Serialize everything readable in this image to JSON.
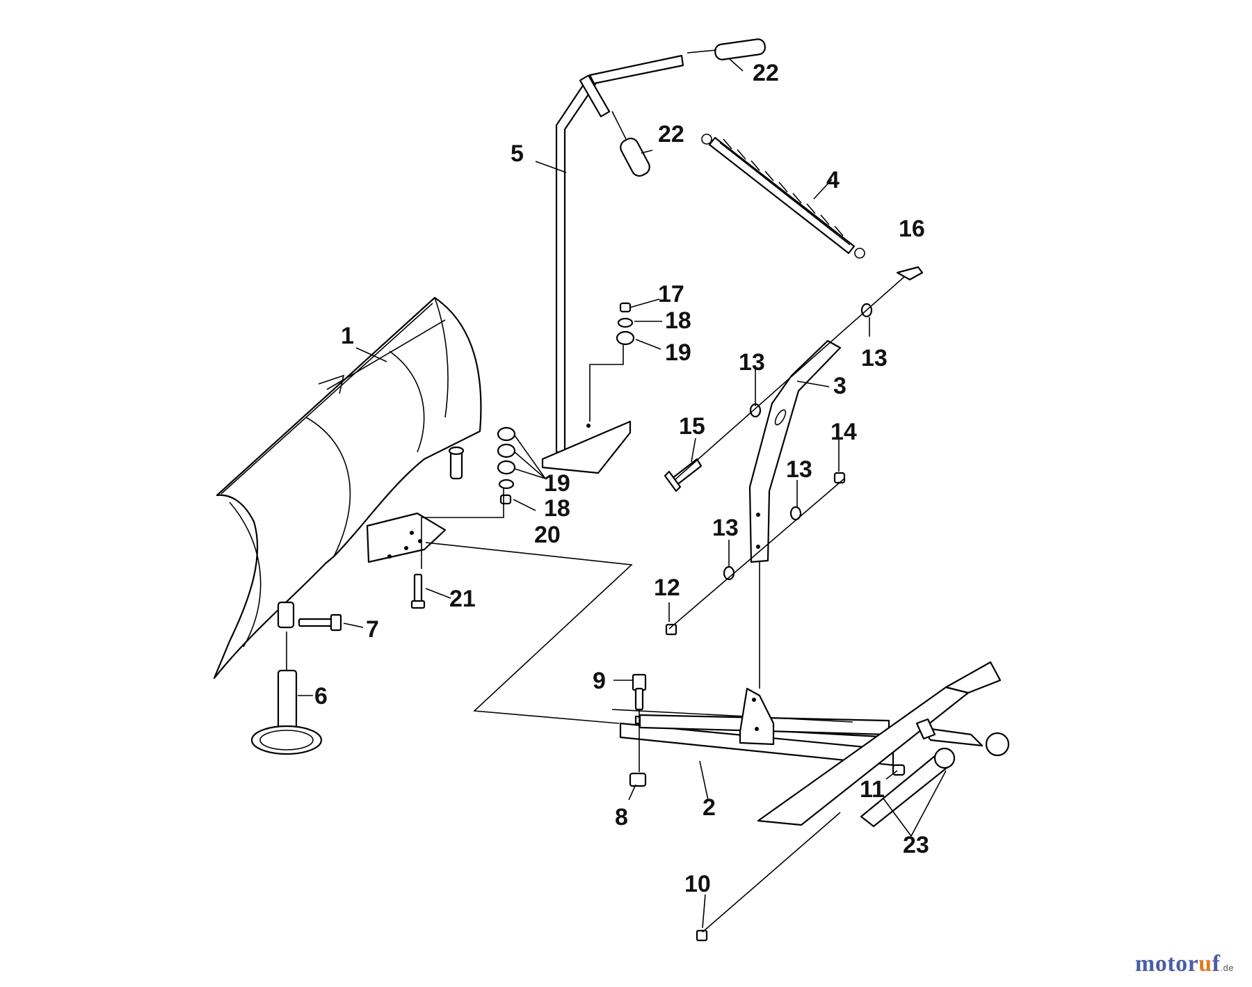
{
  "diagram": {
    "type": "exploded-parts-view",
    "callouts": [
      {
        "id": "c1",
        "label": "1"
      },
      {
        "id": "c2",
        "label": "2"
      },
      {
        "id": "c3",
        "label": "3"
      },
      {
        "id": "c4",
        "label": "4"
      },
      {
        "id": "c5",
        "label": "5"
      },
      {
        "id": "c6",
        "label": "6"
      },
      {
        "id": "c7",
        "label": "7"
      },
      {
        "id": "c8",
        "label": "8"
      },
      {
        "id": "c9",
        "label": "9"
      },
      {
        "id": "c10",
        "label": "10"
      },
      {
        "id": "c11",
        "label": "11"
      },
      {
        "id": "c12",
        "label": "12"
      },
      {
        "id": "c13a",
        "label": "13"
      },
      {
        "id": "c13b",
        "label": "13"
      },
      {
        "id": "c13c",
        "label": "13"
      },
      {
        "id": "c13d",
        "label": "13"
      },
      {
        "id": "c14",
        "label": "14"
      },
      {
        "id": "c15",
        "label": "15"
      },
      {
        "id": "c16",
        "label": "16"
      },
      {
        "id": "c17",
        "label": "17"
      },
      {
        "id": "c18a",
        "label": "18"
      },
      {
        "id": "c18b",
        "label": "18"
      },
      {
        "id": "c19a",
        "label": "19"
      },
      {
        "id": "c19b",
        "label": "19"
      },
      {
        "id": "c20",
        "label": "20"
      },
      {
        "id": "c21",
        "label": "21"
      },
      {
        "id": "c22a",
        "label": "22"
      },
      {
        "id": "c22b",
        "label": "22"
      },
      {
        "id": "c23",
        "label": "23"
      }
    ]
  },
  "watermark": {
    "brand_pre": "motor",
    "brand_accent": "u",
    "brand_post": "f",
    "tld": ".de",
    "colors": {
      "brand": "#4a5da8",
      "accent": "#e07a1f"
    }
  }
}
